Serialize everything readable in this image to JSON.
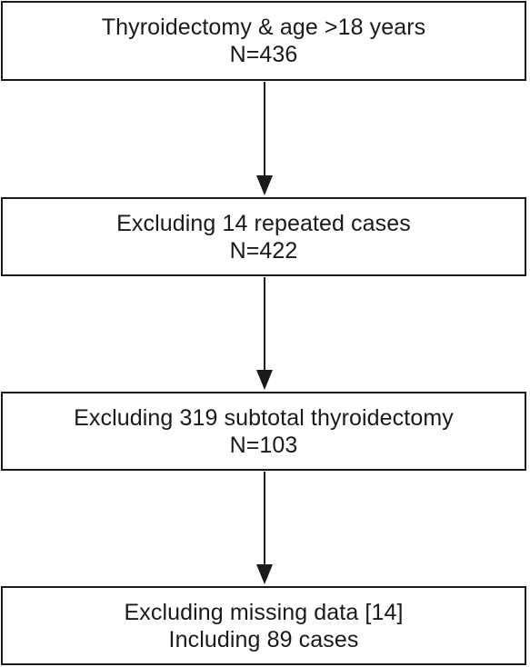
{
  "flowchart": {
    "steps": [
      {
        "line1": "Thyroidectomy & age >18 years",
        "line2": "N=436"
      },
      {
        "line1": "Excluding 14 repeated cases",
        "line2": "N=422"
      },
      {
        "line1": "Excluding 319 subtotal thyroidectomy",
        "line2": "N=103"
      },
      {
        "line1": "Excluding missing data [14]",
        "line2": "Including 89 cases"
      }
    ]
  },
  "colors": {
    "line": "#1a1a1a",
    "background": "#ffffff"
  }
}
